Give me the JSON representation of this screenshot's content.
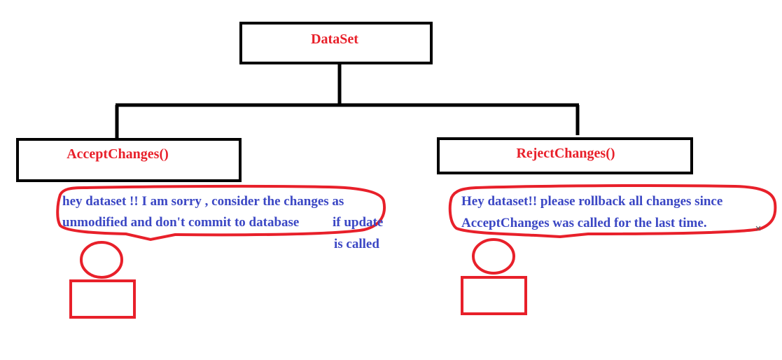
{
  "root": {
    "label": "DataSet"
  },
  "left_branch": {
    "label": "AcceptChanges()",
    "speech": {
      "lines": [
        "hey dataset !! I am sorry , consider the changes as",
        "unmodified and don't commit to database",
        "if update",
        "is called"
      ]
    }
  },
  "right_branch": {
    "label": "RejectChanges()",
    "speech": {
      "lines": [
        "Hey dataset!! please rollback all changes since",
        "AcceptChanges was called for the last time."
      ]
    }
  },
  "colors": {
    "box_stroke": "#000000",
    "label_red": "#e8202a",
    "bubble_stroke": "#e8202a",
    "speech_blue": "#3b47c4",
    "background": "#ffffff"
  }
}
